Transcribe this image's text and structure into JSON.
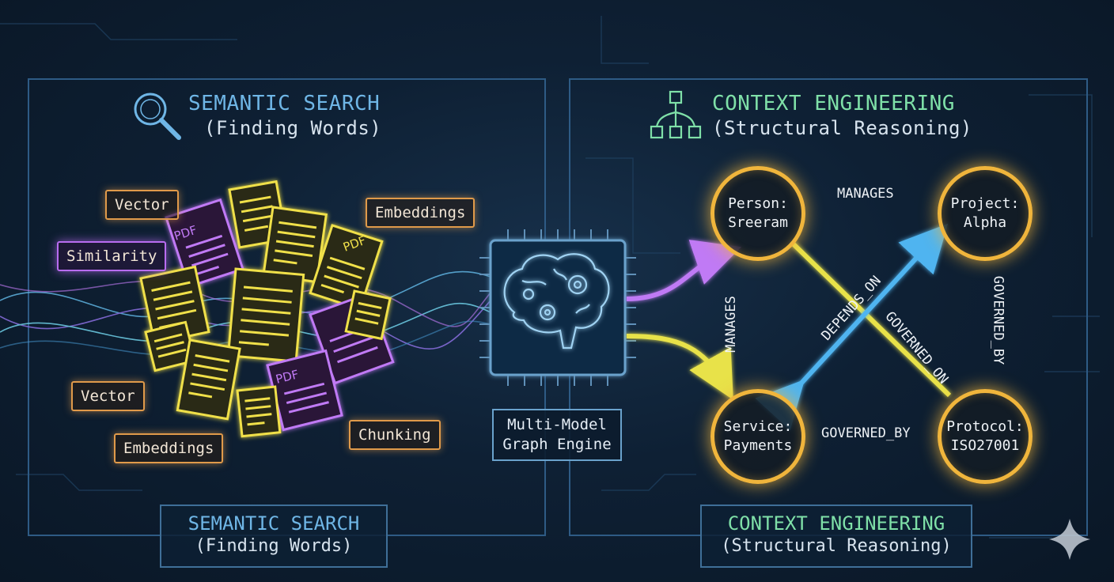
{
  "left_panel": {
    "title": "SEMANTIC SEARCH",
    "subtitle": "(Finding Words)",
    "footer_title": "SEMANTIC SEARCH",
    "footer_subtitle": "(Finding Words)",
    "tags": [
      "Vector",
      "Similarity",
      "Embeddings",
      "Vector",
      "Embeddings",
      "Chunking"
    ],
    "doc_label": "PDF",
    "icon": "magnifier-icon"
  },
  "center": {
    "engine_line1": "Multi-Model",
    "engine_line2": "Graph Engine",
    "icon": "brain-gears-icon"
  },
  "right_panel": {
    "title": "CONTEXT ENGINEERING",
    "subtitle": "(Structural Reasoning)",
    "footer_title": "CONTEXT ENGINEERING",
    "footer_subtitle": "(Structural Reasoning)",
    "icon": "hierarchy-icon",
    "nodes": {
      "person": [
        "Person:",
        "Sreeram"
      ],
      "project": [
        "Project:",
        "Alpha"
      ],
      "service": [
        "Service:",
        "Payments"
      ],
      "protocol": [
        "Protocol:",
        "ISO27001"
      ]
    },
    "edges": {
      "person_project": "MANAGES",
      "person_service": "MANAGES",
      "service_project": "DEPENDS_ON",
      "person_protocol": "GOVERNED_ON",
      "project_protocol": "GOVERNED_BY",
      "service_protocol": "GOVERNED_BY"
    }
  },
  "colors": {
    "background": "#0e2034",
    "gold": "#f0b53c",
    "purple": "#b86cf0",
    "blue": "#4fb4f0",
    "yellow": "#e8e24a",
    "teal_title": "#7fe0a8",
    "blue_title": "#6fb6e6"
  }
}
